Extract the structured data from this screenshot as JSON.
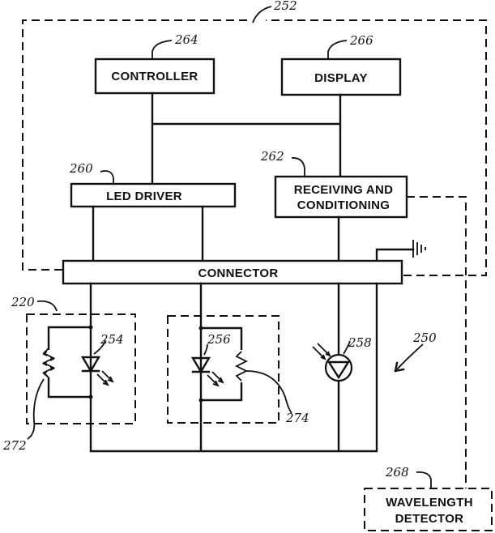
{
  "labels": {
    "controller": "CONTROLLER",
    "display": "DISPLAY",
    "led_driver": "LED DRIVER",
    "receiving_line1": "RECEIVING AND",
    "receiving_line2": "CONDITIONING",
    "connector": "CONNECTOR",
    "wavelength_line1": "WAVELENGTH",
    "wavelength_line2": "DETECTOR"
  },
  "refs": {
    "r252": "252",
    "r264": "264",
    "r266": "266",
    "r260": "260",
    "r262": "262",
    "r220": "220",
    "r254": "254",
    "r256": "256",
    "r258": "258",
    "r250": "250",
    "r272": "272",
    "r274": "274",
    "r268": "268"
  }
}
